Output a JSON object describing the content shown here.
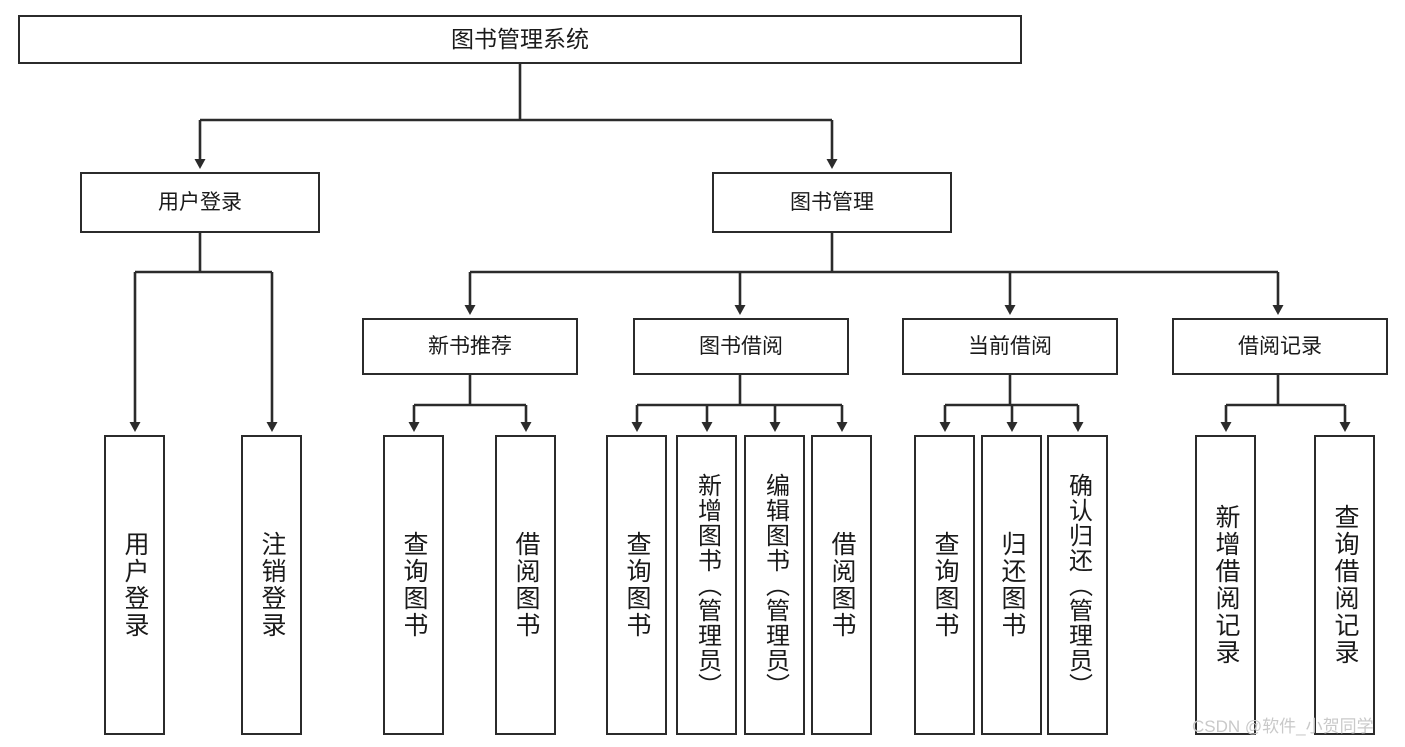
{
  "diagram": {
    "type": "tree",
    "title": "图书管理系统",
    "orientation": "top-down",
    "watermark": "CSDN @软件_小贺同学",
    "colors": {
      "box_border": "#2b2b2b",
      "box_fill": "#ffffff",
      "connector": "#2b2b2b",
      "text": "#1a1a1a",
      "watermark": "#c9c9c9"
    }
  },
  "nodes": {
    "root": {
      "label": "图书管理系统"
    },
    "level1": [
      {
        "label": "用户登录"
      },
      {
        "label": "图书管理"
      }
    ],
    "level2": [
      {
        "label": "新书推荐"
      },
      {
        "label": "图书借阅"
      },
      {
        "label": "当前借阅"
      },
      {
        "label": "借阅记录"
      }
    ],
    "leaves": {
      "user_login": [
        {
          "label": "用户登录"
        },
        {
          "label": "注销登录"
        }
      ],
      "new_book_rec": [
        {
          "label": "查询图书"
        },
        {
          "label": "借阅图书"
        }
      ],
      "book_borrow": [
        {
          "label": "查询图书"
        },
        {
          "label": "新增图书（管理员）"
        },
        {
          "label": "编辑图书（管理员）"
        },
        {
          "label": "借阅图书"
        }
      ],
      "current_borrow": [
        {
          "label": "查询图书"
        },
        {
          "label": "归还图书"
        },
        {
          "label": "确认归还（管理员）"
        }
      ],
      "borrow_record": [
        {
          "label": "新增借阅记录"
        },
        {
          "label": "查询借阅记录"
        }
      ]
    }
  }
}
